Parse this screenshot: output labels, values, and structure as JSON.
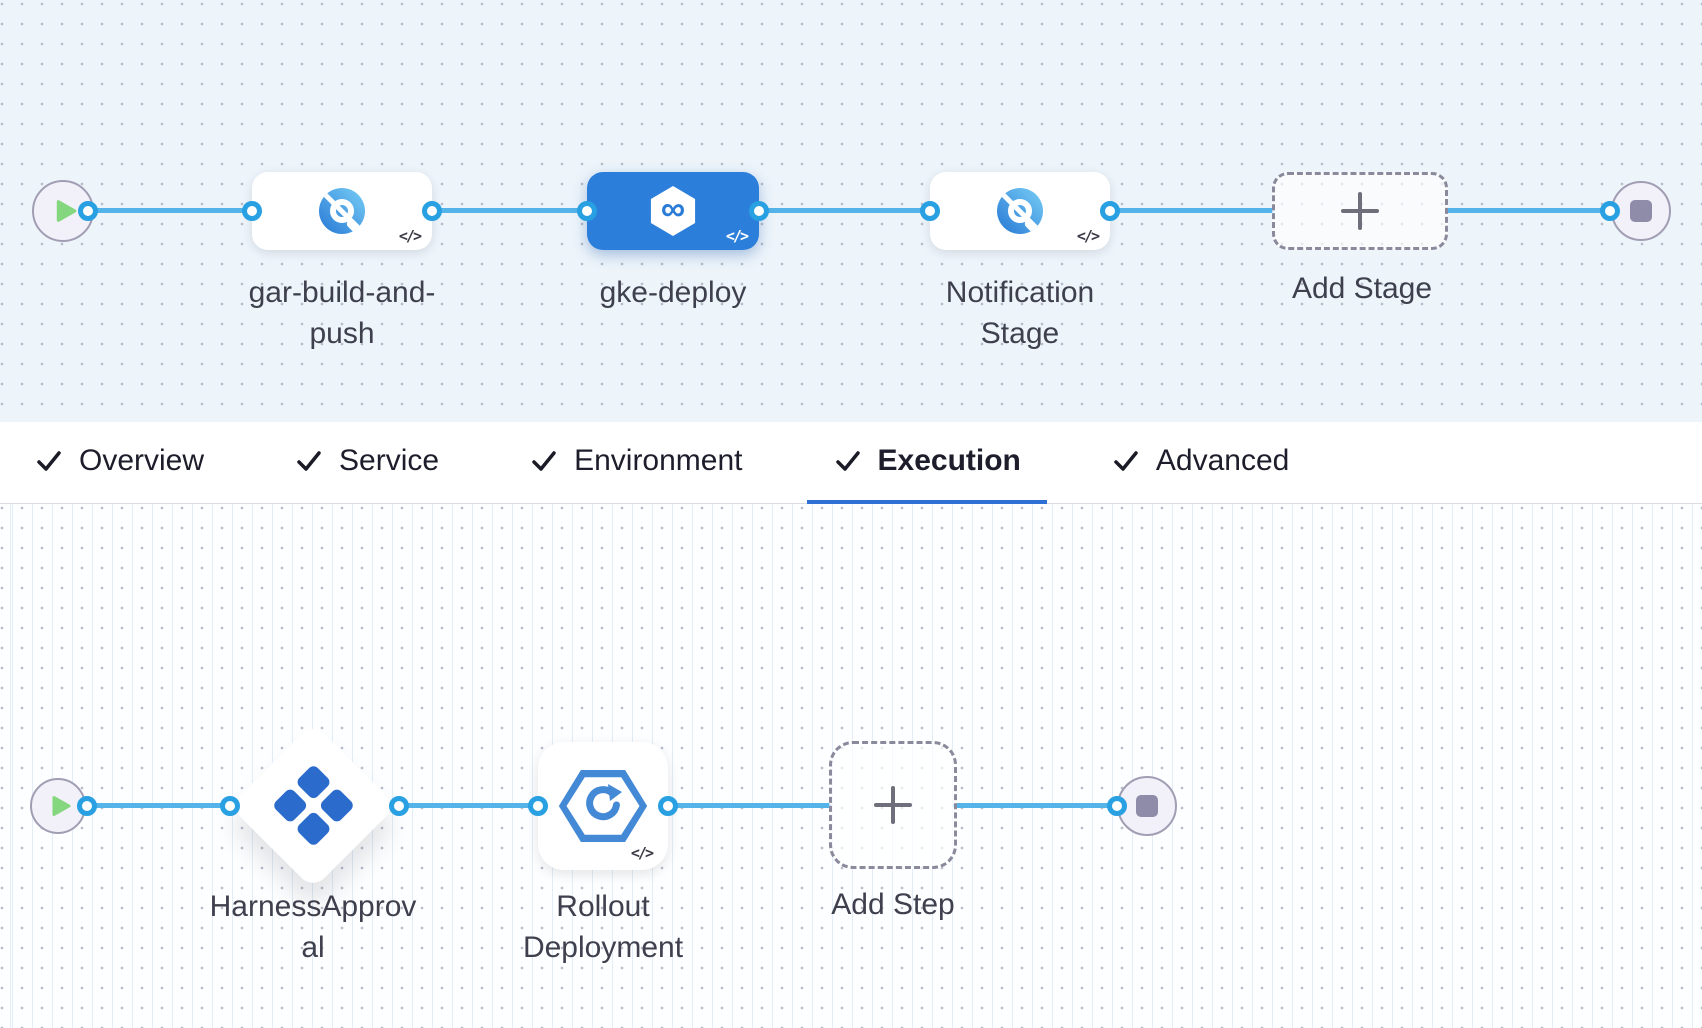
{
  "stage_canvas": {
    "stages": [
      {
        "name": "gar-build-and-push",
        "type": "ci-build",
        "selected": false,
        "yaml_badge": "</>"
      },
      {
        "name": "gke-deploy",
        "type": "cd-deploy",
        "selected": true,
        "yaml_badge": "</>"
      },
      {
        "name": "Notification Stage",
        "type": "ci-build",
        "selected": false,
        "yaml_badge": "</>"
      }
    ],
    "add_stage_label": "Add Stage"
  },
  "tabs": [
    {
      "label": "Overview",
      "checked": true,
      "active": false
    },
    {
      "label": "Service",
      "checked": true,
      "active": false
    },
    {
      "label": "Environment",
      "checked": true,
      "active": false
    },
    {
      "label": "Execution",
      "checked": true,
      "active": true
    },
    {
      "label": "Advanced",
      "checked": true,
      "active": false
    }
  ],
  "execution_canvas": {
    "steps": [
      {
        "name": "HarnessApproval",
        "type": "harness-approval"
      },
      {
        "name": "Rollout Deployment",
        "type": "gke-rollout",
        "yaml_badge": "</>"
      }
    ],
    "add_step_label": "Add Step"
  },
  "icons": {
    "infinity_glyph": "∞"
  },
  "colors": {
    "connector": "#54B3E8",
    "port_ring": "#29A0E2",
    "selected_stage": "#2B7FDB",
    "active_tab_underline": "#2E6FD3",
    "play": "#84D77E",
    "stop": "#8E8CA8",
    "canvas_top_bg": "#EDF4FA",
    "canvas_bottom_bg": "#FDFEFF"
  }
}
